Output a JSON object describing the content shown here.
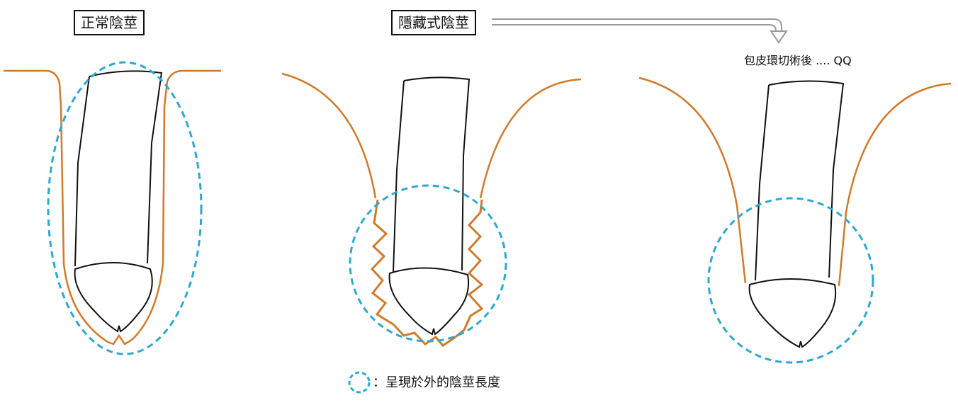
{
  "labels": {
    "normal": "正常陰莖",
    "hidden": "隱藏式陰莖",
    "after_circumcision": "包皮環切術後 .... QQ"
  },
  "legend": {
    "text": "：呈現於外的陰莖長度"
  },
  "colors": {
    "skin_line": "#d07a2a",
    "dashed_circle": "#2aa9d2",
    "outline": "#111111",
    "arrow": "#9a9a9a"
  }
}
